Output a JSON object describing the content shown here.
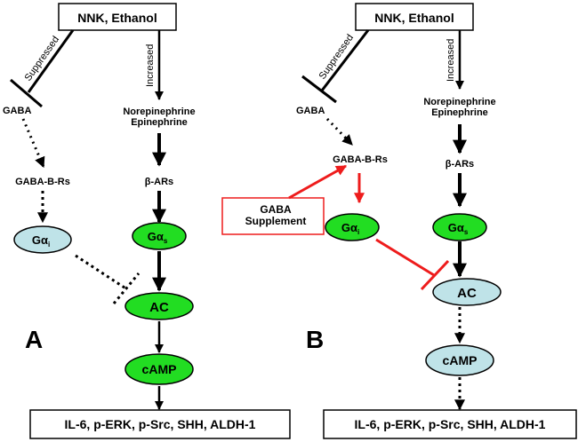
{
  "colors": {
    "green": "#22dd22",
    "light_blue": "#bfe3e8",
    "red": "#ee1c1c",
    "black": "#000000"
  },
  "panel_a": {
    "label": "A",
    "source": "NNK, Ethanol",
    "suppressed": "Suppressed",
    "increased": "Increased",
    "gaba": "GABA",
    "norepi": "Norepinephrine",
    "epi": "Epinephrine",
    "gaba_b": "GABA-B-Rs",
    "beta": "β-ARs",
    "gai": "Gα",
    "gai_sub": "i",
    "gas": "Gα",
    "gas_sub": "s",
    "ac": "AC",
    "camp": "cAMP",
    "outputs": "IL-6, p-ERK, p-Src, SHH, ALDH-1"
  },
  "panel_b": {
    "label": "B",
    "source": "NNK, Ethanol",
    "suppressed": "Suppressed",
    "increased": "Increased",
    "gaba": "GABA",
    "norepi": "Norepinephrine",
    "epi": "Epinephrine",
    "gaba_b": "GABA-B-Rs",
    "beta": "β-ARs",
    "supplement_1": "GABA",
    "supplement_2": "Supplement",
    "gai": "Gα",
    "gai_sub": "i",
    "gas": "Gα",
    "gas_sub": "s",
    "ac": "AC",
    "camp": "cAMP",
    "outputs": "IL-6, p-ERK, p-Src, SHH, ALDH-1"
  }
}
